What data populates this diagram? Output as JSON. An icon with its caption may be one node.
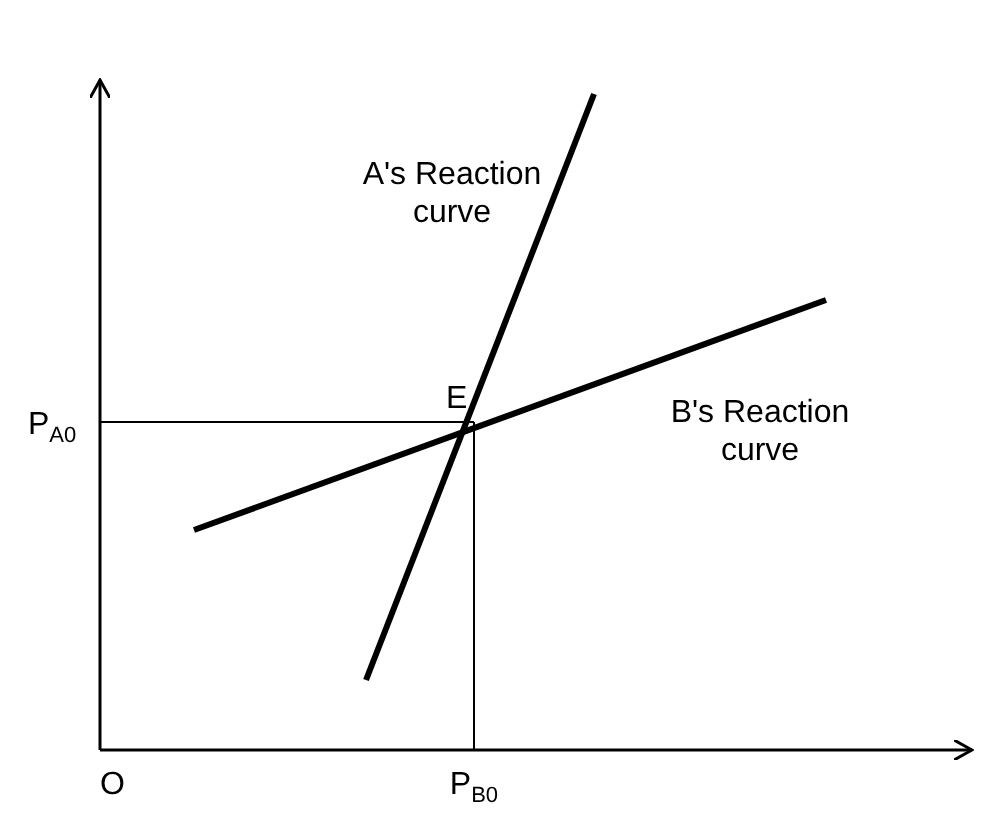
{
  "diagram": {
    "labels": [
      "A's Reaction curve",
      "P$_{A0}$",
      "E",
      "B's Reaction curve",
      "O",
      "P$_{B0}$"
    ]
  }
}
